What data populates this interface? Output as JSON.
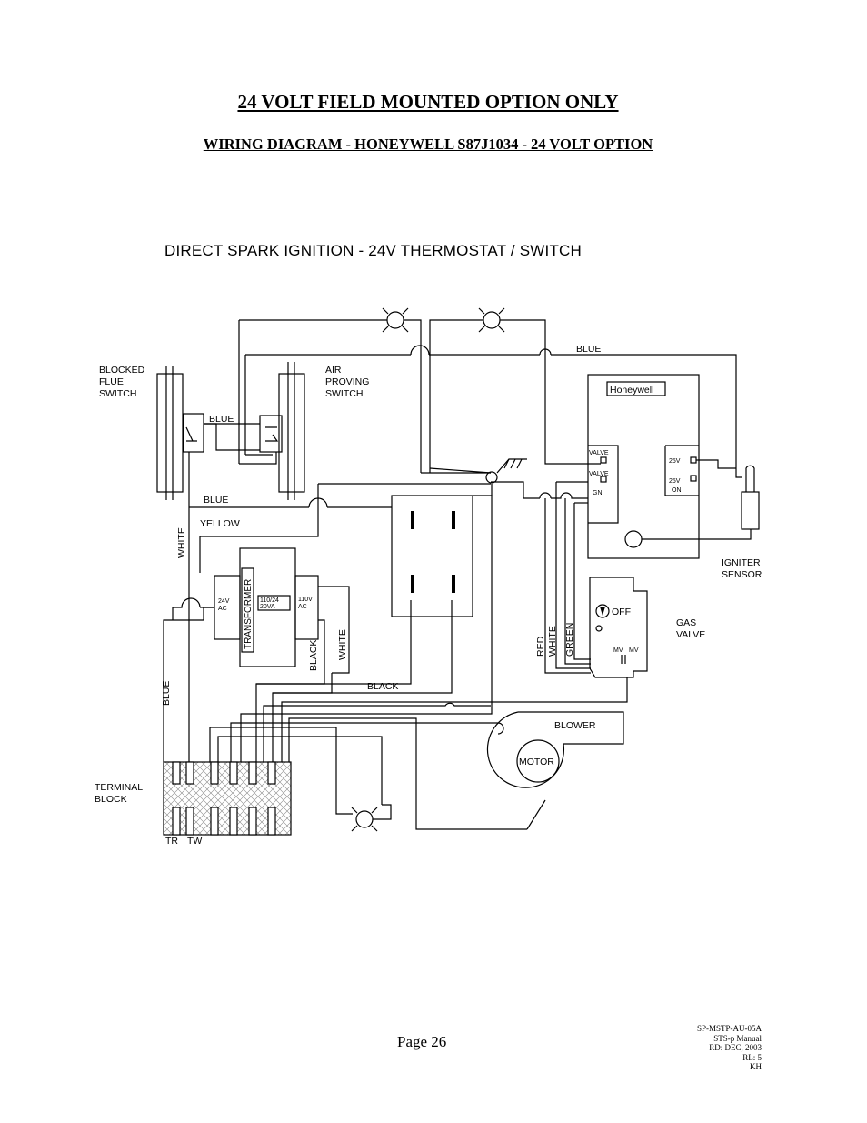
{
  "header": {
    "title": "24 VOLT FIELD MOUNTED OPTION ONLY",
    "subtitle": "WIRING DIAGRAM - HONEYWELL S87J1034 - 24 VOLT OPTION"
  },
  "diagram": {
    "heading": "DIRECT SPARK IGNITION - 24V THERMOSTAT / SWITCH",
    "labels": {
      "blocked_flue_1": "BLOCKED",
      "blocked_flue_2": "FLUE",
      "blocked_flue_3": "SWITCH",
      "air_proving_1": "AIR",
      "air_proving_2": "PROVING",
      "air_proving_3": "SWITCH",
      "blue_top": "BLUE",
      "blue_mid": "BLUE",
      "blue_left": "BLUE",
      "blue_vertical": "BLUE",
      "white_vertical": "WHITE",
      "yellow": "YELLOW",
      "black_vertical": "BLACK",
      "white_transformer": "WHITE",
      "black_horizontal": "BLACK",
      "red": "RED",
      "white_gas": "WHITE",
      "green": "GREEN",
      "honeywell": "Honeywell",
      "valve_1": "VALVE",
      "valve_2": "VALVE",
      "gnd": "GN",
      "v25_1": "25V",
      "v25_2": "25V",
      "on": "ON",
      "igniter_1": "IGNITER",
      "igniter_2": "SENSOR",
      "gas_valve_1": "GAS",
      "gas_valve_2": "VALVE",
      "off": "OFF",
      "mv1": "MV",
      "mv2": "MV",
      "transformer": "TRANSFORMER",
      "v24_1": "24V",
      "v24_2": "AC",
      "rating_1": "110/24",
      "rating_2": "20VA",
      "v110_1": "110V",
      "v110_2": "AC",
      "blower": "BLOWER",
      "motor": "MOTOR",
      "terminal_1": "TERMINAL",
      "terminal_2": "BLOCK",
      "tr": "TR",
      "tw": "TW"
    }
  },
  "footer": {
    "page": "Page 26",
    "doc_lines": [
      "SP-MSTP-AU-05A",
      "STS-p Manual",
      "RD: DEC, 2003",
      "RL: 5",
      "KH"
    ]
  }
}
